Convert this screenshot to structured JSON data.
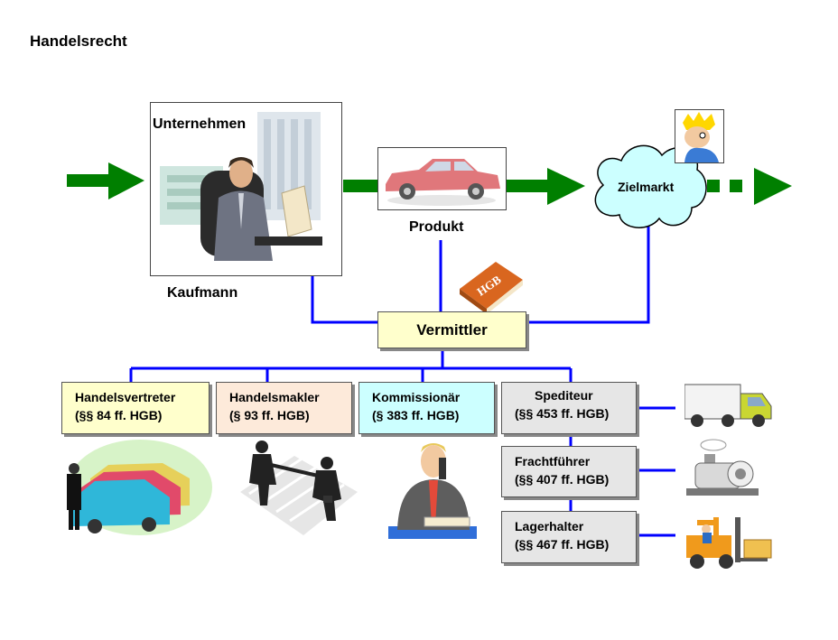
{
  "title": "Handelsrecht",
  "labels": {
    "unternehmen": "Unternehmen",
    "kaufmann": "Kaufmann",
    "produkt": "Produkt",
    "zielmarkt": "Zielmarkt",
    "vermittler": "Vermittler"
  },
  "boxes": [
    {
      "line1": "Handelsvertreter",
      "line2": "(§§ 84 ff. HGB)",
      "color": "#ffffcc"
    },
    {
      "line1": "Handelsmakler",
      "line2": "(§ 93 ff. HGB)",
      "color": "#fdeada"
    },
    {
      "line1": "Kommissionär",
      "line2": "(§ 383 ff. HGB)",
      "color": "#ccffff"
    },
    {
      "line1": "Spediteur",
      "line2": "(§§ 453 ff. HGB)",
      "color": "#e6e6e6"
    },
    {
      "line1": "Frachtführer",
      "line2": "(§§ 407 ff. HGB)",
      "color": "#e6e6e6"
    },
    {
      "line1": "Lagerhalter",
      "line2": "(§§ 467 ff. HGB)",
      "color": "#e6e6e6"
    }
  ],
  "book_text": "HGB",
  "colors": {
    "arrow_green": "#007f00",
    "line_blue": "#0000ff",
    "vermittler_fill": "#ffffcc"
  }
}
